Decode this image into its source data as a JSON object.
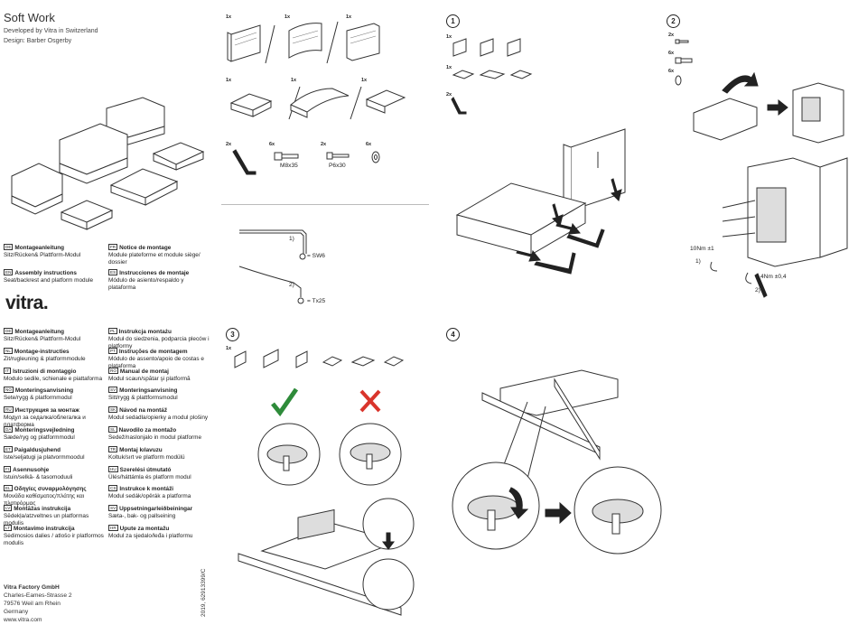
{
  "header": {
    "title": "Soft Work",
    "developed": "Developed by Vitra in Switzerland",
    "design": "Design: Barber Osgerby"
  },
  "languages_top": [
    {
      "code": "DE",
      "title": "Montageanleitung",
      "desc": "Sitz/Rücken& Plattform-Modul"
    },
    {
      "code": "FR",
      "title": "Notice de montage",
      "desc": "Module plateforme et module siège/ dossier"
    },
    {
      "code": "EN",
      "title": "Assembly instructions",
      "desc": "Seat/backrest and platform module"
    },
    {
      "code": "ES",
      "title": "Instrucciones de montaje",
      "desc": "Módulo de asiento/respaldo y plataforma"
    }
  ],
  "brand": "vitra.",
  "languages_left": [
    {
      "code": "DE",
      "title": "Montageanleitung",
      "desc": "Sitz/Rücken& Plattform-Modul"
    },
    {
      "code": "NL",
      "title": "Montage-instructies",
      "desc": "Zit/rugleuning & platformmodule"
    },
    {
      "code": "IT",
      "title": "Istruzioni di montaggio",
      "desc": "Modulo sedile, schienale e piattaforma"
    },
    {
      "code": "NO",
      "title": "Monteringsanvisning",
      "desc": "Sete/rygg & platformmodul"
    },
    {
      "code": "RU",
      "title": "Инструкция за монтаж",
      "desc": "Модул за седалка/облегалка и платформа"
    },
    {
      "code": "DA",
      "title": "Monteringsvejledning",
      "desc": "Sæde/ryg og platformmodul"
    },
    {
      "code": "ET",
      "title": "Paigaldusjuhend",
      "desc": "Iste/seljatugi ja platvormmoodul"
    },
    {
      "code": "FI",
      "title": "Asennusohje",
      "desc": "Istuin/selkä- & tasomoduuli"
    },
    {
      "code": "EL",
      "title": "Οδηγίες συναρμολόγησης",
      "desc": "Μονάδα καθίσματος/πλάτης και πλατφόρμας"
    },
    {
      "code": "LV",
      "title": "Montāžas instrukcija",
      "desc": "Sēdekļa/atzveltnes un platformas modulis"
    },
    {
      "code": "LT",
      "title": "Montavimo instrukcija",
      "desc": "Sėdimosios dalies / atlošo ir platformos modulis"
    }
  ],
  "languages_right": [
    {
      "code": "PL",
      "title": "Instrukcja montażu",
      "desc": "Moduł do siedzenia, podparcia pleców i platformy"
    },
    {
      "code": "PT",
      "title": "Instruções de montagem",
      "desc": "Módulo de assento/apoio de costas e plataforma"
    },
    {
      "code": "RO",
      "title": "Manual de montaj",
      "desc": "Modul scaun/spătar şi platformă"
    },
    {
      "code": "SV",
      "title": "Monteringsanvisning",
      "desc": "Sitt/rygg & plattformsmodul"
    },
    {
      "code": "SK",
      "title": "Návod na montáž",
      "desc": "Modul sedadla/opierky a modul plošiny"
    },
    {
      "code": "SL",
      "title": "Navodilo za montažo",
      "desc": "Sedež/naslonjalo in modul platforme"
    },
    {
      "code": "TR",
      "title": "Montaj kılavuzu",
      "desc": "Koltuk/sırt ve platform modülü"
    },
    {
      "code": "HU",
      "title": "Szerelési útmutató",
      "desc": "Ülés/háttámla és platform modul"
    },
    {
      "code": "CS",
      "title": "Instrukce k montáži",
      "desc": "Modul sedák/opěrák a platforma"
    },
    {
      "code": "SV",
      "title": "Uppsetningarleiðbeiningar",
      "desc": "Sæta-, bak- og pallseining"
    },
    {
      "code": "HR",
      "title": "Upute za montažu",
      "desc": "Modul za sjedalo/leđa i platformu"
    }
  ],
  "address": {
    "company": "Vitra Factory GmbH",
    "street": "Charles-Eames-Strasse 2",
    "city": "79576 Weil am Rhein",
    "country": "Germany",
    "web": "www.vitra.com"
  },
  "doc_ref": "2019, 62913399/C",
  "parts": {
    "q1": "1x",
    "q2": "1x",
    "q3": "1x",
    "q4": "1x",
    "q5": "1x",
    "q6": "1x",
    "tool_qty": "2x",
    "bolt_qty": "6x",
    "bolt_label": "M8x35",
    "screw_qty": "2x",
    "screw_label": "P6x30",
    "washer_qty": "6x"
  },
  "tools": {
    "label1": "1)",
    "sw": "= SW6",
    "label2": "2)",
    "tx": "= Tx25"
  },
  "steps": {
    "s1": {
      "num": "1",
      "q_backs": "1x",
      "q_seats": "1x",
      "q_tool": "2x"
    },
    "s2": {
      "num": "2",
      "q_a": "2x",
      "q_b": "6x",
      "q_c": "6x",
      "torque1": "10Nm ±1",
      "torque2": "4Nm ±0,4",
      "l1": "1)",
      "l2": "2)"
    },
    "s3": {
      "num": "3",
      "q": "1x"
    },
    "s4": {
      "num": "4"
    }
  },
  "colors": {
    "ok": "#2e8b3a",
    "wrong": "#d9342b"
  }
}
